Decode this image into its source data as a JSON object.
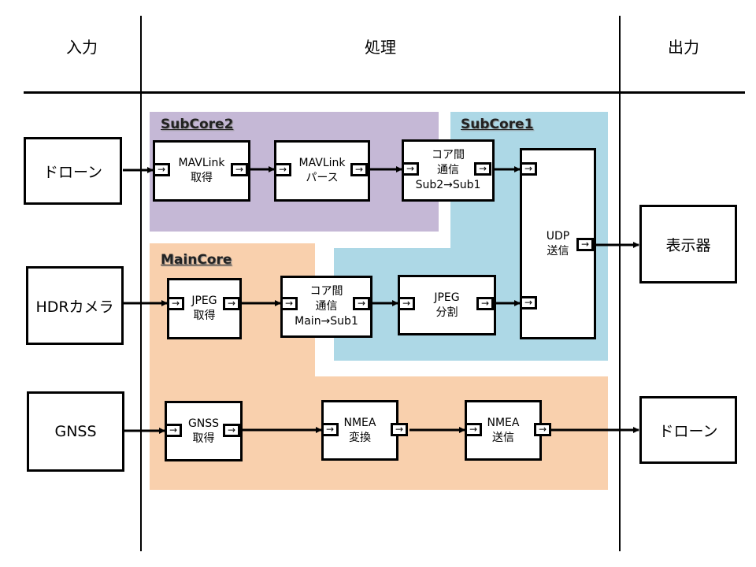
{
  "columns": {
    "input": "入力",
    "processing": "処理",
    "output": "出力"
  },
  "colors": {
    "subcore2": "#c5b8d6",
    "subcore1": "#add8e6",
    "maincore": "#f9d0ad"
  },
  "regions": {
    "subcore2": "SubCore2",
    "subcore1": "SubCore1",
    "maincore": "MainCore"
  },
  "inputs": {
    "drone": "ドローン",
    "hdr_camera": "HDRカメラ",
    "gnss": "GNSS"
  },
  "outputs": {
    "display": "表示器",
    "drone": "ドローン"
  },
  "processes": {
    "mavlink_get": {
      "line1": "MAVLink",
      "line2": "取得"
    },
    "mavlink_parse": {
      "line1": "MAVLink",
      "line2": "パース"
    },
    "core_comm_sub2": {
      "line1": "コア間",
      "line2": "通信",
      "line3": "Sub2→Sub1"
    },
    "udp_send": {
      "line1": "UDP",
      "line2": "送信"
    },
    "jpeg_get": {
      "line1": "JPEG",
      "line2": "取得"
    },
    "core_comm_main": {
      "line1": "コア間",
      "line2": "通信",
      "line3": "Main→Sub1"
    },
    "jpeg_split": {
      "line1": "JPEG",
      "line2": "分割"
    },
    "gnss_get": {
      "line1": "GNSS",
      "line2": "取得"
    },
    "nmea_convert": {
      "line1": "NMEA",
      "line2": "変換"
    },
    "nmea_send": {
      "line1": "NMEA",
      "line2": "送信"
    }
  },
  "port_glyph": "→"
}
